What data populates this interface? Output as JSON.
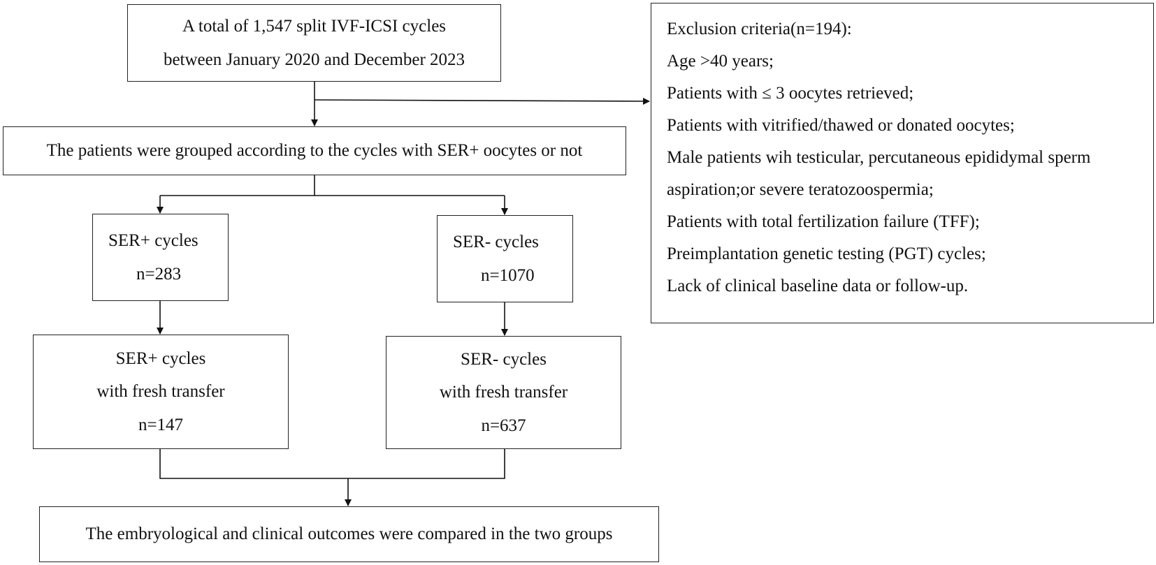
{
  "boxes": {
    "total": {
      "line1": "A total of 1,547 split IVF-ICSI cycles",
      "line2": "between January 2020 and December 2023"
    },
    "grouping": {
      "text": "The patients were grouped according to the cycles with SER+ oocytes or not"
    },
    "ser_pos": {
      "line1": "SER+ cycles",
      "line2": "n=283"
    },
    "ser_neg": {
      "line1": "SER- cycles",
      "line2": "n=1070"
    },
    "ser_pos_fresh": {
      "line1": "SER+ cycles",
      "line2": "with fresh transfer",
      "line3": "n=147"
    },
    "ser_neg_fresh": {
      "line1": "SER- cycles",
      "line2": "with fresh transfer",
      "line3": "n=637"
    },
    "outcome": {
      "text": "The embryological and clinical outcomes were compared in the two groups"
    }
  },
  "exclusion": {
    "title": "Exclusion criteria(n=194):",
    "items": [
      "Age >40 years;",
      "Patients with ≤ 3 oocytes retrieved;",
      "Patients with vitrified/thawed or donated oocytes;",
      "Male patients wih testicular, percutaneous epididymal sperm",
      "aspiration;or severe teratozoospermia;",
      "Patients with total fertilization failure (TFF);",
      "Preimplantation genetic testing (PGT) cycles;",
      "Lack of clinical baseline data or follow-up."
    ]
  }
}
